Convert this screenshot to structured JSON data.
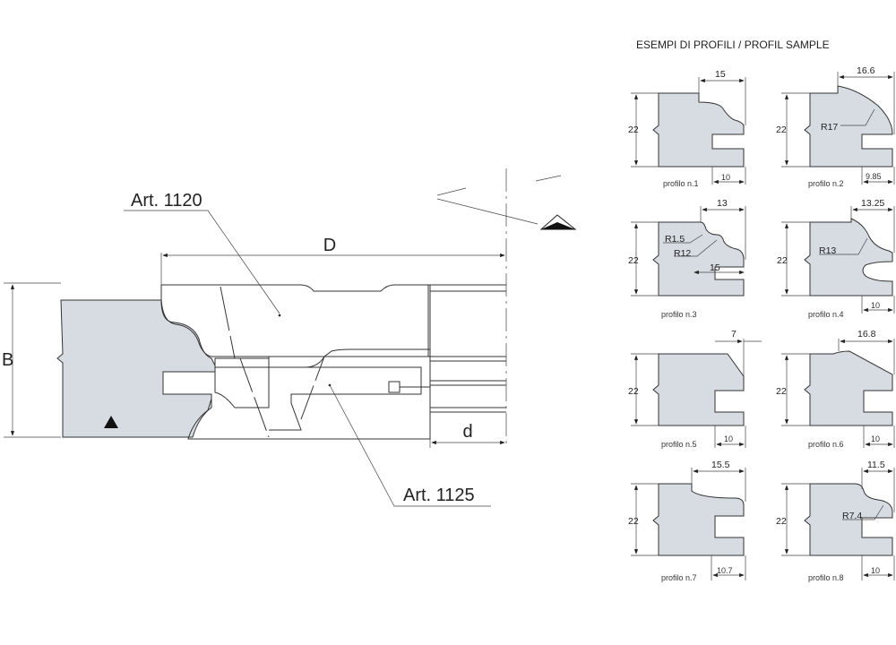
{
  "main_drawing": {
    "label_tool_1": "Art. 1120",
    "label_tool_2": "Art. 1125",
    "dim_D": "D",
    "dim_B": "B",
    "dim_d": "d"
  },
  "samples": {
    "title": "ESEMPI DI PROFILI / PROFIL SAMPLE",
    "profiles": [
      {
        "caption": "profilo n.1",
        "height": "22",
        "top": "15",
        "bottom": "10"
      },
      {
        "caption": "profilo n.2",
        "height": "22",
        "top": "16.6",
        "bottom": "9.85",
        "radius": "R17"
      },
      {
        "caption": "profilo n.3",
        "height": "22",
        "top": "13",
        "mid": "15",
        "radius_a": "R1.5",
        "radius_b": "R12"
      },
      {
        "caption": "profilo n.4",
        "height": "22",
        "top": "13.25",
        "bottom": "10",
        "radius": "R13"
      },
      {
        "caption": "profilo n.5",
        "height": "22",
        "top": "7",
        "bottom": "10"
      },
      {
        "caption": "profilo n.6",
        "height": "22",
        "top": "16.8",
        "bottom": "10"
      },
      {
        "caption": "profilo n.7",
        "height": "22",
        "top": "15.5",
        "bottom": "10.7"
      },
      {
        "caption": "profilo n.8",
        "height": "22",
        "top": "11.5",
        "bottom": "10",
        "radius": "R7.4"
      }
    ]
  }
}
